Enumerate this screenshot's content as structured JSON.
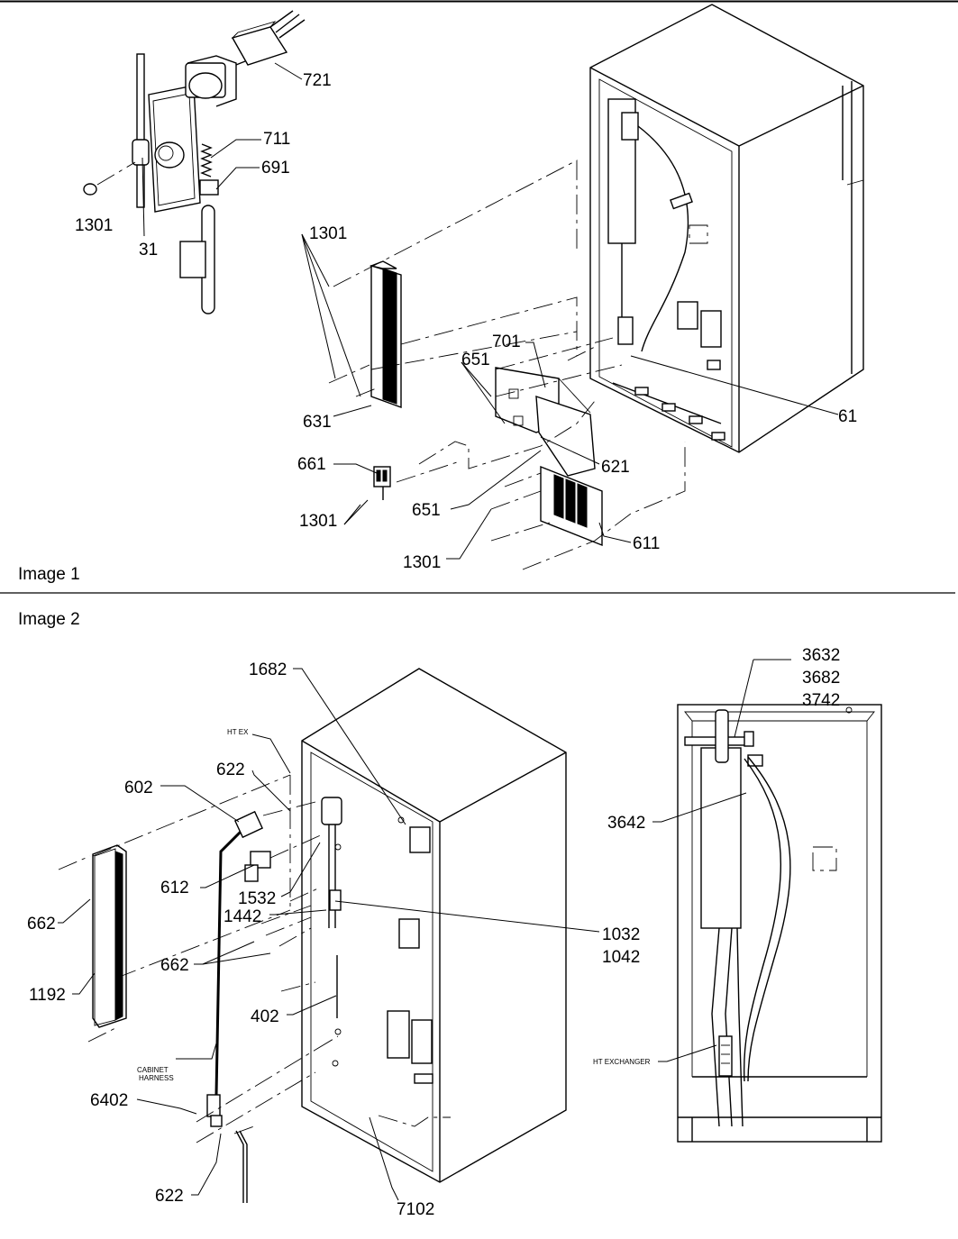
{
  "sections": [
    {
      "id": "image-1",
      "label": "Image 1"
    },
    {
      "id": "image-2",
      "label": "Image 2"
    }
  ],
  "image1": {
    "labels": {
      "p721": "721",
      "p711": "711",
      "p691": "691",
      "p1301a": "1301",
      "p31": "31",
      "p1301b": "1301",
      "p701": "701",
      "p651a": "651",
      "p61": "61",
      "p631": "631",
      "p621": "621",
      "p661": "661",
      "p651b": "651",
      "p1301c": "1301",
      "p611": "611",
      "p1301d": "1301"
    }
  },
  "image2": {
    "labels": {
      "p1682": "1682",
      "p3632": "3632",
      "p3682": "3682",
      "p3742": "3742",
      "htex": "HT EX",
      "p622a": "622",
      "p602": "602",
      "p3642": "3642",
      "p612": "612",
      "p1532": "1532",
      "p662a": "662",
      "p1442": "1442",
      "p1032": "1032",
      "p1042": "1042",
      "p662b": "662",
      "p1192": "1192",
      "p402": "402",
      "cabinet1": "CABINET",
      "cabinet2": "HARNESS",
      "htexchanger": "HT EXCHANGER",
      "p6402": "6402",
      "p622b": "622",
      "p7102": "7102"
    }
  }
}
